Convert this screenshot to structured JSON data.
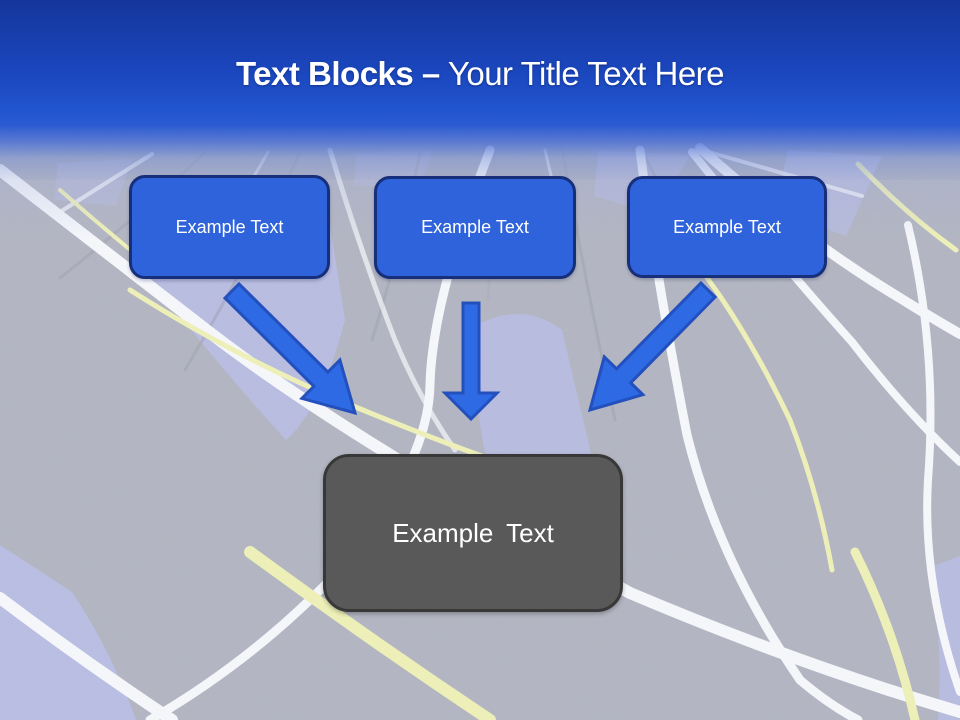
{
  "header": {
    "title_bold": "Text Blocks –",
    "title_regular": "Your Title Text Here"
  },
  "blocks": [
    {
      "label": "Example Text"
    },
    {
      "label": "Example Text"
    },
    {
      "label": "Example Text"
    }
  ],
  "summary": {
    "label": "Example Text"
  },
  "arrows": [
    {
      "name": "arrow-from-block-1",
      "direction": "down-right"
    },
    {
      "name": "arrow-from-block-2",
      "direction": "down"
    },
    {
      "name": "arrow-from-block-3",
      "direction": "down-left"
    }
  ],
  "colors": {
    "header_top": "#14369b",
    "header_blue": "#2154cf",
    "title_color": "#ffffff",
    "block_fill": "#2f63dc",
    "block_border": "#172f7b",
    "arrow_fill": "#2e6ae4",
    "arrow_border": "#2450bd",
    "summary_fill": "#595959",
    "summary_border": "#383838",
    "road_base": "#b1b4c0",
    "line_white": "#f4f6fa",
    "line_yellow": "#edefb6",
    "patch_lavender": "#b8bce4"
  }
}
